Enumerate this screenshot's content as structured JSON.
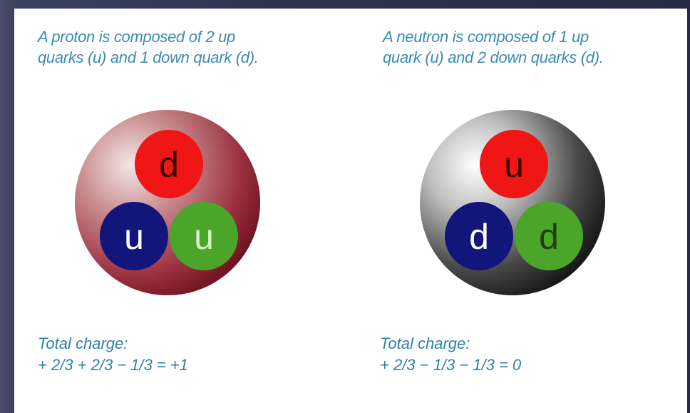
{
  "proton": {
    "caption": "A proton is composed of 2 up\nquarks (u) and 1 down quark (d).",
    "quarks": [
      {
        "letter": "d",
        "color": "#f01616",
        "text_color": "#3a0000"
      },
      {
        "letter": "u",
        "color": "#12167a",
        "text_color": "#ffffff"
      },
      {
        "letter": "u",
        "color": "#4aa528",
        "text_color": "#d8f0c8"
      }
    ],
    "charge_label": "Total charge:",
    "charge_equation": "+ 2/3 + 2/3 − 1/3 = +1",
    "sphere_color": "#8b1c2a"
  },
  "neutron": {
    "caption": "A neutron is composed of 1 up\nquark (u) and 2 down quarks (d).",
    "quarks": [
      {
        "letter": "u",
        "color": "#f01616",
        "text_color": "#3a0000"
      },
      {
        "letter": "d",
        "color": "#12167a",
        "text_color": "#ffffff"
      },
      {
        "letter": "d",
        "color": "#4aa528",
        "text_color": "#1f3f10"
      }
    ],
    "charge_label": "Total charge:",
    "charge_equation": "+ 2/3 − 1/3 − 1/3 = 0",
    "sphere_color": "#111111"
  }
}
